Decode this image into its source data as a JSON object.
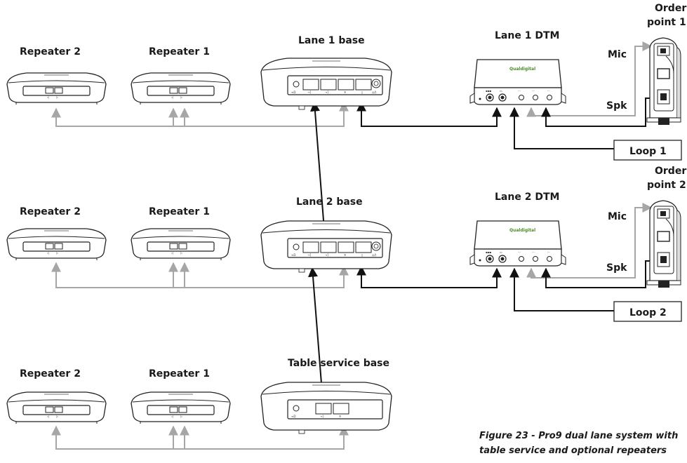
{
  "labels": {
    "repeater2": "Repeater 2",
    "repeater1": "Repeater 1",
    "lane1_base": "Lane 1 base",
    "lane2_base": "Lane 2 base",
    "table_base": "Table service base",
    "lane1_dtm": "Lane 1 DTM",
    "lane2_dtm": "Lane 2 DTM",
    "order_point_word": "Order",
    "order_point1_num": "point 1",
    "order_point2_num": "point 2",
    "mic": "Mic",
    "spk": "Spk",
    "loop1": "Loop 1",
    "loop2": "Loop 2",
    "dtm_brand": "Qualdigital"
  },
  "caption": {
    "line1": "Figure 23 - Pro9 dual lane system with",
    "line2": "table service and optional repeaters"
  },
  "colors": {
    "link_wire": "#a6a6a6",
    "drive_wire": "#111111"
  }
}
